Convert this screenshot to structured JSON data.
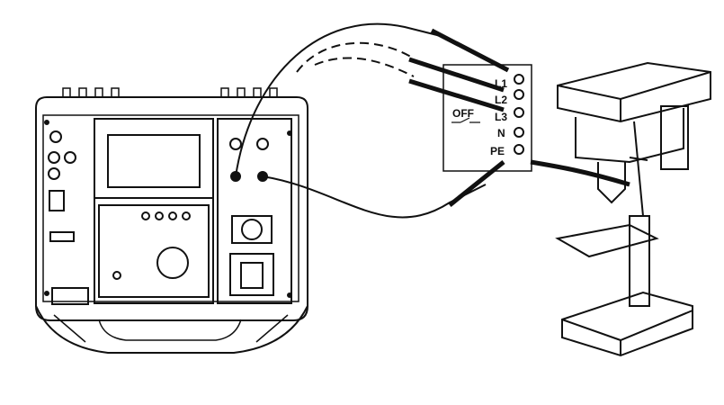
{
  "terminals": {
    "l1": "L1",
    "l2": "L2",
    "l3": "L3",
    "n": "N",
    "pe": "PE"
  },
  "switch_label": "OFF",
  "colors": {
    "line": "#111111",
    "background": "#ffffff"
  }
}
